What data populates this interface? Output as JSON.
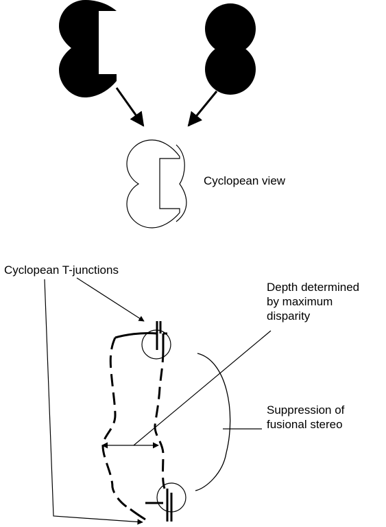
{
  "labels": {
    "cyclopean_view": "Cyclopean view",
    "cyclopean_t_junctions": "Cyclopean T-junctions",
    "depth_lines": [
      "Depth determined",
      "by maximum",
      "disparity"
    ],
    "suppression_lines": [
      "Suppression of",
      "fusional stereo"
    ]
  },
  "colors": {
    "ink": "#000000",
    "paper": "#ffffff"
  }
}
